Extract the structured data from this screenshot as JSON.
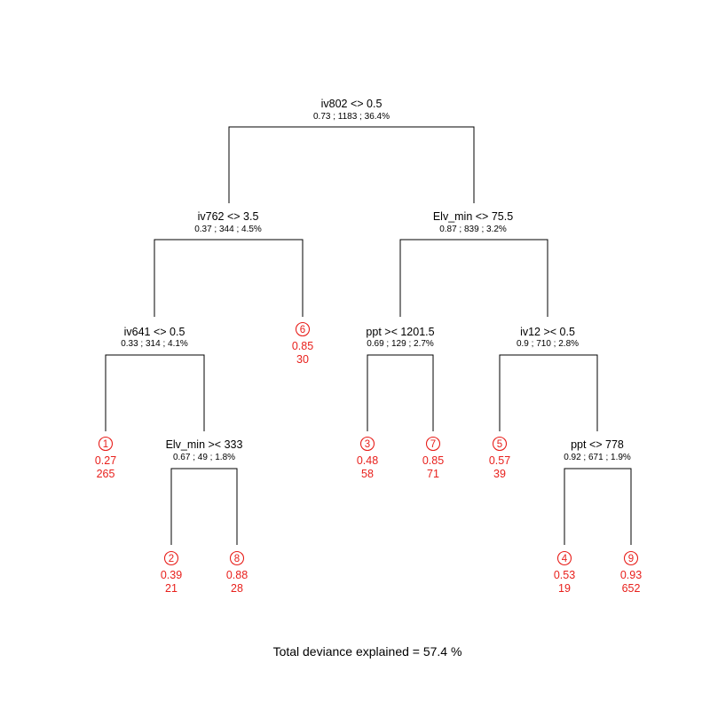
{
  "colors": {
    "leaf": "#e8201c",
    "text": "#000000",
    "line": "#000000"
  },
  "splits": {
    "root": {
      "label": "iv802 <> 0.5",
      "stats": "0.73 ; 1183 ; 36.4%"
    },
    "n_l": {
      "label": "iv762 <> 3.5",
      "stats": "0.37 ; 344 ; 4.5%"
    },
    "n_r": {
      "label": "Elv_min <> 75.5",
      "stats": "0.87 ; 839 ; 3.2%"
    },
    "n_ll": {
      "label": "iv641 <> 0.5",
      "stats": "0.33 ; 314 ; 4.1%"
    },
    "n_rl": {
      "label": "ppt >< 1201.5",
      "stats": "0.69 ; 129 ; 2.7%"
    },
    "n_rr": {
      "label": "iv12 >< 0.5",
      "stats": "0.9 ; 710 ; 2.8%"
    },
    "n_llr": {
      "label": "Elv_min >< 333",
      "stats": "0.67 ; 49 ; 1.8%"
    },
    "n_rrr": {
      "label": "ppt <> 778",
      "stats": "0.92 ; 671 ; 1.9%"
    }
  },
  "leaves": {
    "leaf1": {
      "id": "1",
      "value": "0.27",
      "n": "265"
    },
    "leaf2": {
      "id": "2",
      "value": "0.39",
      "n": "21"
    },
    "leaf3": {
      "id": "3",
      "value": "0.48",
      "n": "58"
    },
    "leaf4": {
      "id": "4",
      "value": "0.53",
      "n": "19"
    },
    "leaf5": {
      "id": "5",
      "value": "0.57",
      "n": "39"
    },
    "leaf6": {
      "id": "6",
      "value": "0.85",
      "n": "30"
    },
    "leaf7": {
      "id": "7",
      "value": "0.85",
      "n": "71"
    },
    "leaf8": {
      "id": "8",
      "value": "0.88",
      "n": "28"
    },
    "leaf9": {
      "id": "9",
      "value": "0.93",
      "n": "652"
    }
  },
  "footer": {
    "text": "Total deviance explained = 57.4 %"
  }
}
